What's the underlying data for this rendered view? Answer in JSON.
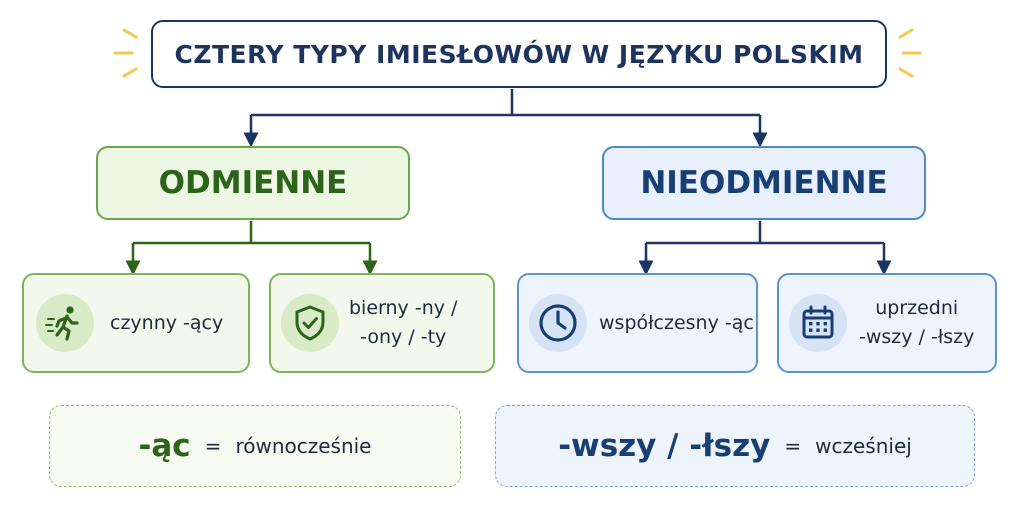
{
  "title": "CZTERY TYPY IMIESŁOWÓW W JĘZYKU POLSKIM",
  "categories": {
    "left": "ODMIENNE",
    "right": "NIEODMIENNE"
  },
  "leaves": {
    "czynny": {
      "line1": "czynny -ący",
      "icon": "running-person-icon"
    },
    "bierny": {
      "line1": "bierny -ny /",
      "line2": "-ony / -ty",
      "icon": "shield-check-icon"
    },
    "wspolczesny": {
      "line1": "współczesny -ąc",
      "icon": "clock-icon"
    },
    "uprzedni": {
      "line1": "uprzedni",
      "line2": "-wszy / -łszy",
      "icon": "calendar-icon"
    }
  },
  "rules": {
    "left": {
      "suffix": "-ąc",
      "eq": "=",
      "meaning": "równocześnie"
    },
    "right": {
      "suffix": "-wszy / -łszy",
      "eq": "=",
      "meaning": "wcześniej"
    }
  },
  "colors": {
    "navy": "#1d3461",
    "green": "#2c6419",
    "blue": "#183e74",
    "sparkle": "#f2c94c"
  }
}
